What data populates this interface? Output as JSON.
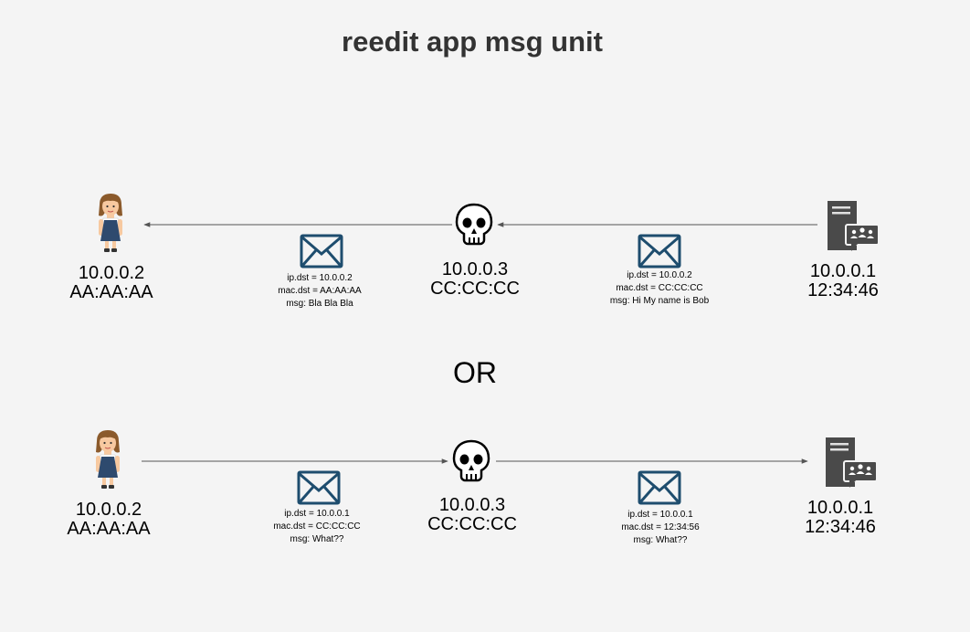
{
  "title": "reedit app msg unit",
  "separator": "OR",
  "scenario_top": {
    "client": {
      "ip": "10.0.0.2",
      "mac": "AA:AA:AA"
    },
    "attacker": {
      "ip": "10.0.0.3",
      "mac": "CC:CC:CC"
    },
    "server": {
      "ip": "10.0.0.1",
      "mac": "12:34:46"
    },
    "msg_left": {
      "ip_dst": "ip.dst = 10.0.0.2",
      "mac_dst": "mac.dst = AA:AA:AA",
      "msg": "msg: Bla Bla Bla"
    },
    "msg_right": {
      "ip_dst": "ip.dst = 10.0.0.2",
      "mac_dst": "mac.dst = CC:CC:CC",
      "msg": "msg: Hi My name is Bob"
    }
  },
  "scenario_bottom": {
    "client": {
      "ip": "10.0.0.2",
      "mac": "AA:AA:AA"
    },
    "attacker": {
      "ip": "10.0.0.3",
      "mac": "CC:CC:CC"
    },
    "server": {
      "ip": "10.0.0.1",
      "mac": "12:34:46"
    },
    "msg_left": {
      "ip_dst": "ip.dst = 10.0.0.1",
      "mac_dst": "mac.dst = CC:CC:CC",
      "msg": "msg: What??"
    },
    "msg_right": {
      "ip_dst": "ip.dst = 10.0.0.1",
      "mac_dst": "mac.dst = 12:34:56",
      "msg": "msg: What??"
    }
  },
  "colors": {
    "envelope": "#1e4d6e",
    "server": "#4a4a4a",
    "arrow": "#555555"
  }
}
